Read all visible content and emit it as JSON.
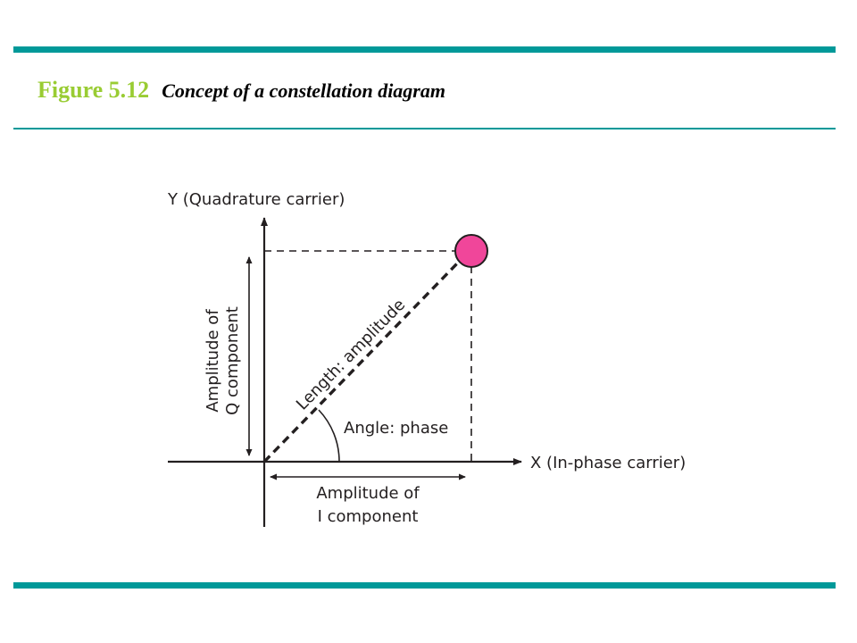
{
  "header": {
    "figure_number": "Figure 5.12",
    "caption": "Concept of a constellation diagram"
  },
  "diagram": {
    "y_axis_label": "Y (Quadrature carrier)",
    "x_axis_label": "X (In-phase carrier)",
    "q_amplitude_label_line1": "Amplitude of",
    "q_amplitude_label_line2": "Q component",
    "i_amplitude_label_line1": "Amplitude of",
    "i_amplitude_label_line2": "I component",
    "length_label": "Length: amplitude",
    "angle_label": "Angle: phase"
  },
  "colors": {
    "accent_bar": "#009999",
    "title_green": "#99cc33",
    "point_fill": "#f0469a",
    "ink": "#231f20"
  }
}
